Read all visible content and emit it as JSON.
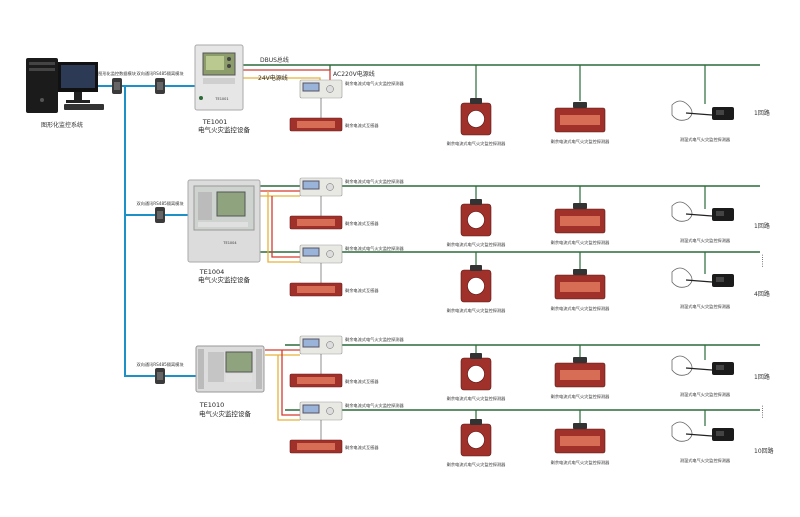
{
  "pc": {
    "label": "图形化监控系统"
  },
  "converters": {
    "top_left": "图形化监控数据模块",
    "top_right": "双向通讯RS485隔离模块",
    "mid": "双向通讯RS485隔离模块",
    "bottom": "双向通讯RS485隔离模块"
  },
  "buses": {
    "dbus": "DBUS总线",
    "v24": "24V电源线",
    "ac220": "AC220V电源线"
  },
  "units": [
    {
      "model": "TE1001",
      "name": "电气火灾监控设备"
    },
    {
      "model": "TE1004",
      "name": "电气火灾监控设备"
    },
    {
      "model": "TE1010",
      "name": "电气火灾监控设备"
    }
  ],
  "module_label": "剩余电流式电气火灾监控探测器",
  "transformer_label": "剩余电流式互感器",
  "ring_label": "剩余电流式电气火灾监控探测器",
  "rect_label": "剩余电流式电气火灾监控探测器",
  "temp_label": "测温式电气火灾监控探测器",
  "loops": [
    "1回路",
    "1回路",
    "4回路",
    "1回路",
    "10回路"
  ],
  "ellipsis": "······",
  "colors": {
    "bus": "#2b6b3a",
    "power": "#d43a2f",
    "link": "#1e90c8",
    "orange": "#e8b23a",
    "device": "#a0302a"
  }
}
